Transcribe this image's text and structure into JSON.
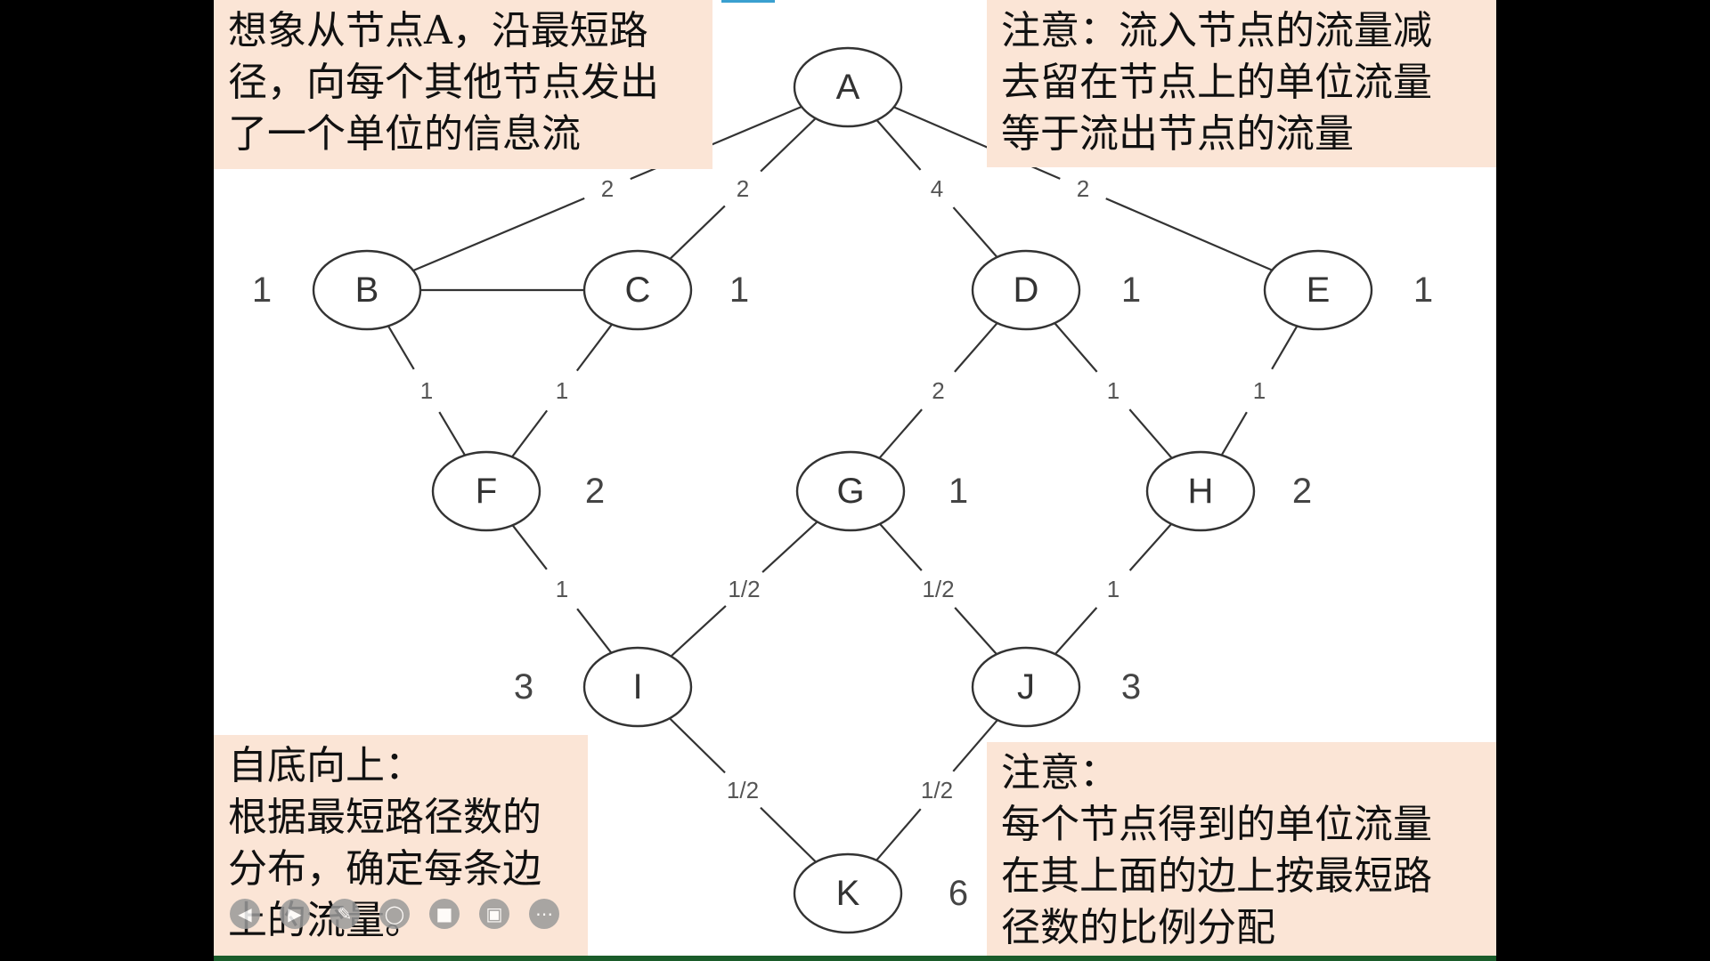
{
  "colors": {
    "note_bg": "#fbe5d6",
    "line": "#333333",
    "accent_top": "#3aa0d0",
    "accent_bottom": "#1a5c2a"
  },
  "notes": {
    "top_left": [
      "想象从节点A，沿最短路",
      "径，向每个其他节点发出",
      "了一个单位的信息流"
    ],
    "top_right": [
      "注意：流入节点的流量减",
      "去留在节点上的单位流量",
      "等于流出节点的流量"
    ],
    "bottom_left": [
      "自底向上：",
      "根据最短路径数的",
      "分布，确定每条边",
      "上的流量。"
    ],
    "bottom_right": [
      "注意：",
      "每个节点得到的单位流量",
      "在其上面的边上按最短路",
      "径数的比例分配"
    ]
  },
  "graph": {
    "nodes": [
      {
        "id": "A",
        "count": ""
      },
      {
        "id": "B",
        "count": "1"
      },
      {
        "id": "C",
        "count": "1"
      },
      {
        "id": "D",
        "count": "1"
      },
      {
        "id": "E",
        "count": "1"
      },
      {
        "id": "F",
        "count": "2"
      },
      {
        "id": "G",
        "count": "1"
      },
      {
        "id": "H",
        "count": "2"
      },
      {
        "id": "I",
        "count": "3"
      },
      {
        "id": "J",
        "count": "3"
      },
      {
        "id": "K",
        "count": "6"
      }
    ],
    "edges": [
      {
        "from": "A",
        "to": "B",
        "label": "2"
      },
      {
        "from": "A",
        "to": "C",
        "label": "2"
      },
      {
        "from": "A",
        "to": "D",
        "label": "4"
      },
      {
        "from": "A",
        "to": "E",
        "label": "2"
      },
      {
        "from": "B",
        "to": "C",
        "label": ""
      },
      {
        "from": "B",
        "to": "F",
        "label": "1"
      },
      {
        "from": "C",
        "to": "F",
        "label": "1"
      },
      {
        "from": "D",
        "to": "G",
        "label": "2"
      },
      {
        "from": "D",
        "to": "H",
        "label": "1"
      },
      {
        "from": "E",
        "to": "H",
        "label": "1"
      },
      {
        "from": "F",
        "to": "I",
        "label": "1"
      },
      {
        "from": "G",
        "to": "I",
        "label": "1/2"
      },
      {
        "from": "G",
        "to": "J",
        "label": "1/2"
      },
      {
        "from": "H",
        "to": "J",
        "label": "1"
      },
      {
        "from": "I",
        "to": "K",
        "label": "1/2"
      },
      {
        "from": "J",
        "to": "K",
        "label": "1/2"
      }
    ]
  },
  "toolbar": {
    "icons": [
      "prev-icon",
      "next-icon",
      "pen-icon",
      "zoom-icon",
      "camera-icon",
      "comment-icon",
      "more-icon"
    ]
  }
}
